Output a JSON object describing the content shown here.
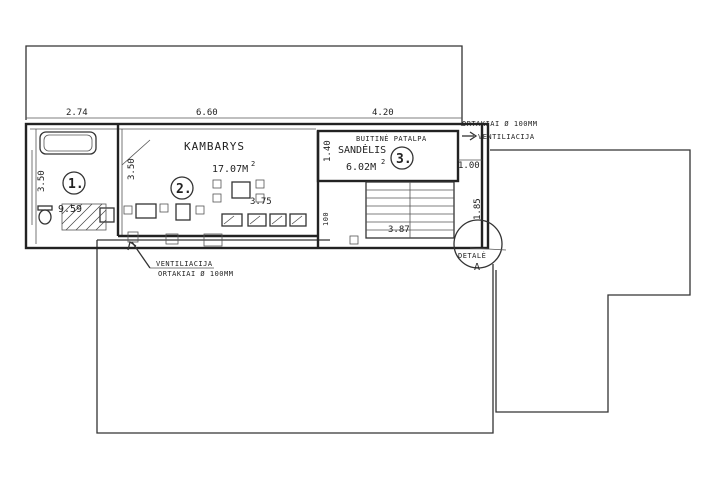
{
  "dimensions": {
    "top_left": "2.74",
    "top_middle": "6.60",
    "top_right": "4.20",
    "vertical_left": "3.50",
    "vertical_room2": "3.50",
    "room2_width": "3.75",
    "sandelis_side": "1.40",
    "stair_side": "100",
    "stair_width": "3.87",
    "right_short": "1.00",
    "right_vertical": "1.85"
  },
  "rooms": [
    {
      "number": "1.",
      "area": "9.59"
    },
    {
      "number": "2.",
      "name": "KAMBARYS",
      "area": "17.07M",
      "area_sup": "2"
    },
    {
      "number": "3.",
      "name": "SANDĖLIS",
      "area": "6.02M",
      "area_sup": "2"
    }
  ],
  "annotations": {
    "buitine": "BUITINĖ PATALPA",
    "vent_right_top": "ORTAKIAI Ø 100MM",
    "vent_right": "VENTILIACIJA",
    "vent_bottom": "VENTILIACIJA",
    "vent_bottom_sub": "ORTAKIAI Ø 100MM",
    "detail_label": "DETALĖ",
    "detail_letter": "A"
  }
}
